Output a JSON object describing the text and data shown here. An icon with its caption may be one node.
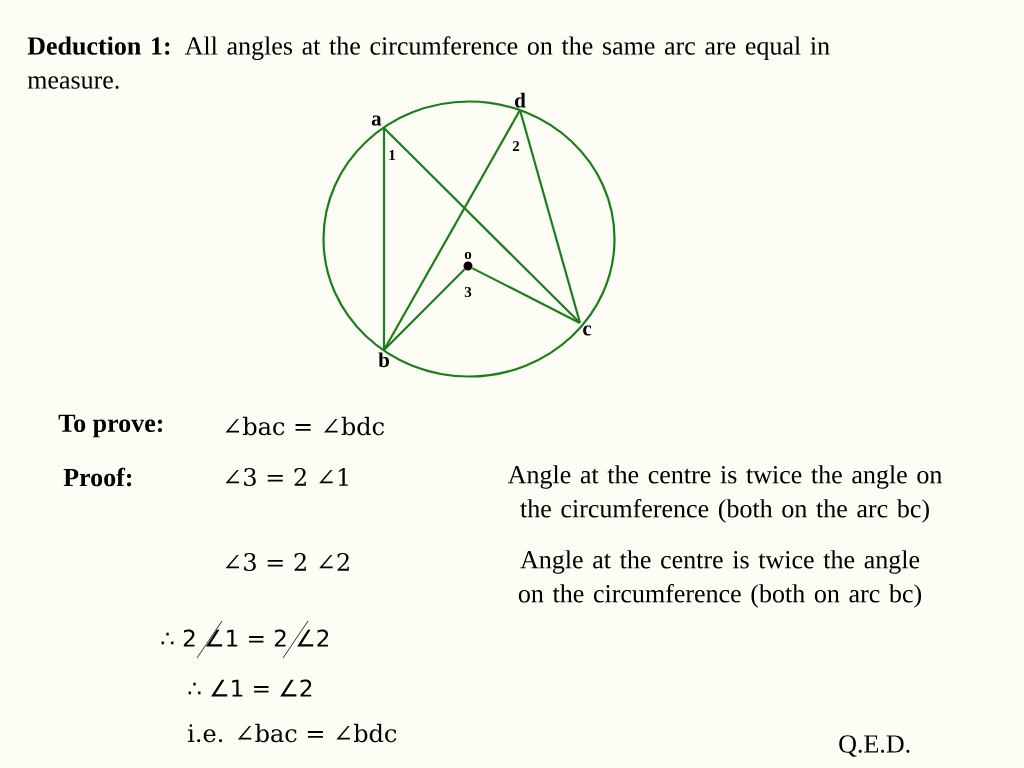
{
  "diagram": {
    "title": "**Deduction 1:** All angles at the circumference on the same arc are equal in measure.",
    "nodes": [
      {
        "text": [
          "a"
        ]
      },
      {
        "text": [
          "d"
        ]
      },
      {
        "text": [
          "o"
        ]
      },
      {
        "text": [
          "c"
        ]
      },
      {
        "text": [
          "b"
        ]
      }
    ],
    "edges": [
      {
        "from": 0,
        "to": 4,
        "arrow": "none"
      },
      {
        "from": 0,
        "to": 3,
        "arrow": "none"
      },
      {
        "from": 1,
        "to": 4,
        "arrow": "none"
      },
      {
        "from": 1,
        "to": 3,
        "arrow": "none"
      },
      {
        "from": 2,
        "to": 4,
        "arrow": "none"
      },
      {
        "from": 2,
        "to": 3,
        "arrow": "none"
      }
    ],
    "labels": [
      "1",
      "2",
      "3",
      "To prove:",
      "∠bac = ∠bdc",
      "Proof:",
      "∠3 = 2 ∠1",
      "Angle at the centre is twice the angle on the circumference (both on the arc bc)",
      "∠3 = 2 ∠2",
      "Angle at the centre is twice the angle on the circumference (both on arc bc)",
      "∴  2 ∠1 = 2 ∠2",
      "∴   ∠1 = ∠2",
      "i.e. ∠bac = ∠bdc",
      "Q.E.D."
    ]
  }
}
